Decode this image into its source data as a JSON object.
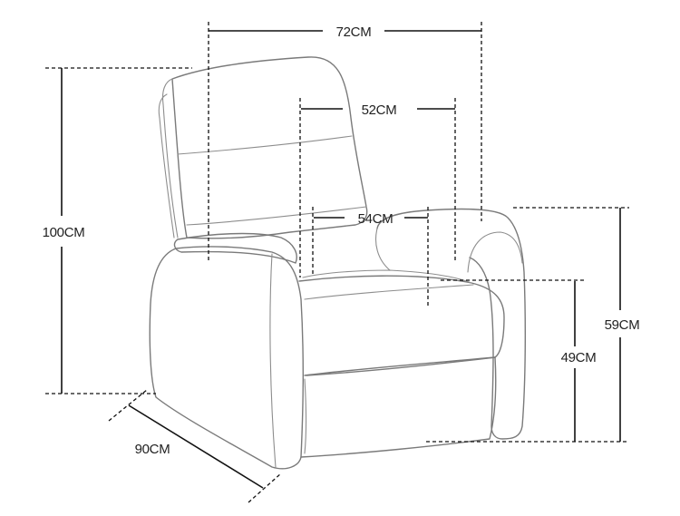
{
  "dimensions": {
    "overall_width": "72CM",
    "backrest_width": "52CM",
    "seat_width": "54CM",
    "overall_height": "100CM",
    "depth": "90CM",
    "armrest_height": "59CM",
    "seat_height": "49CM"
  }
}
